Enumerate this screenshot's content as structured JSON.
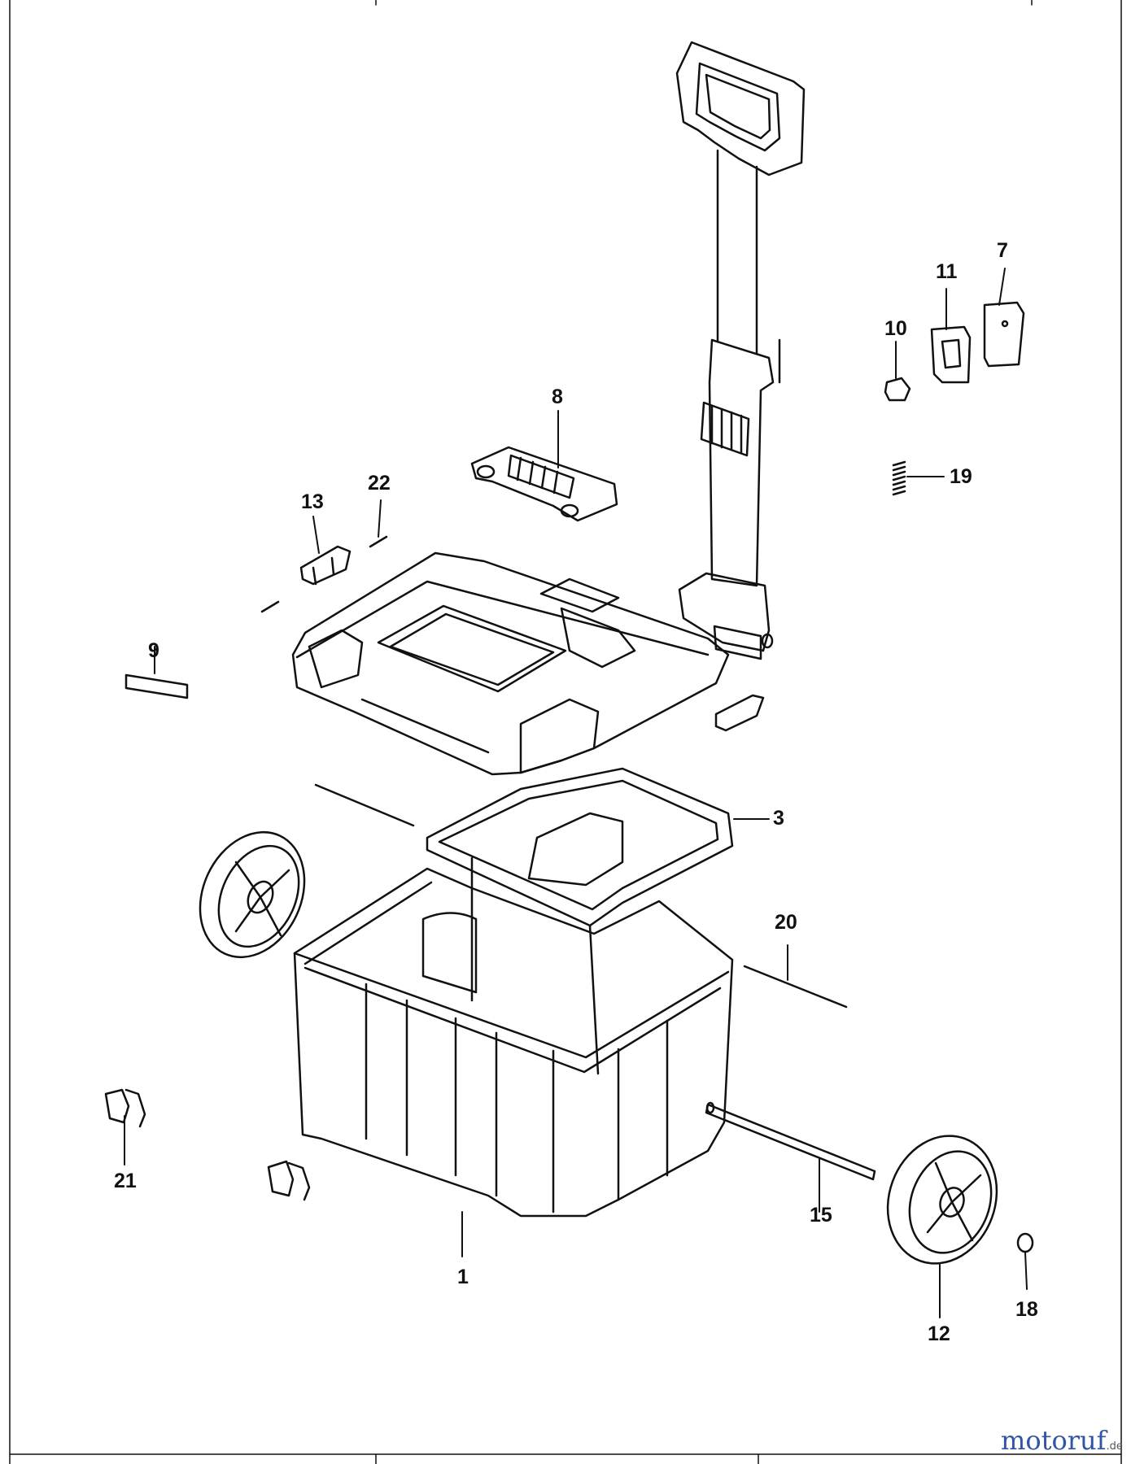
{
  "callouts": {
    "c1": "1",
    "c3": "3",
    "c7": "7",
    "c8": "8",
    "c9": "9",
    "c10": "10",
    "c11": "11",
    "c12": "12",
    "c13": "13",
    "c15": "15",
    "c18": "18",
    "c19": "19",
    "c20": "20",
    "c21": "21",
    "c22": "22"
  },
  "watermark": {
    "text": "motoruf",
    "suffix": ".de"
  },
  "colors": {
    "line": "#111111",
    "background": "#ffffff"
  }
}
